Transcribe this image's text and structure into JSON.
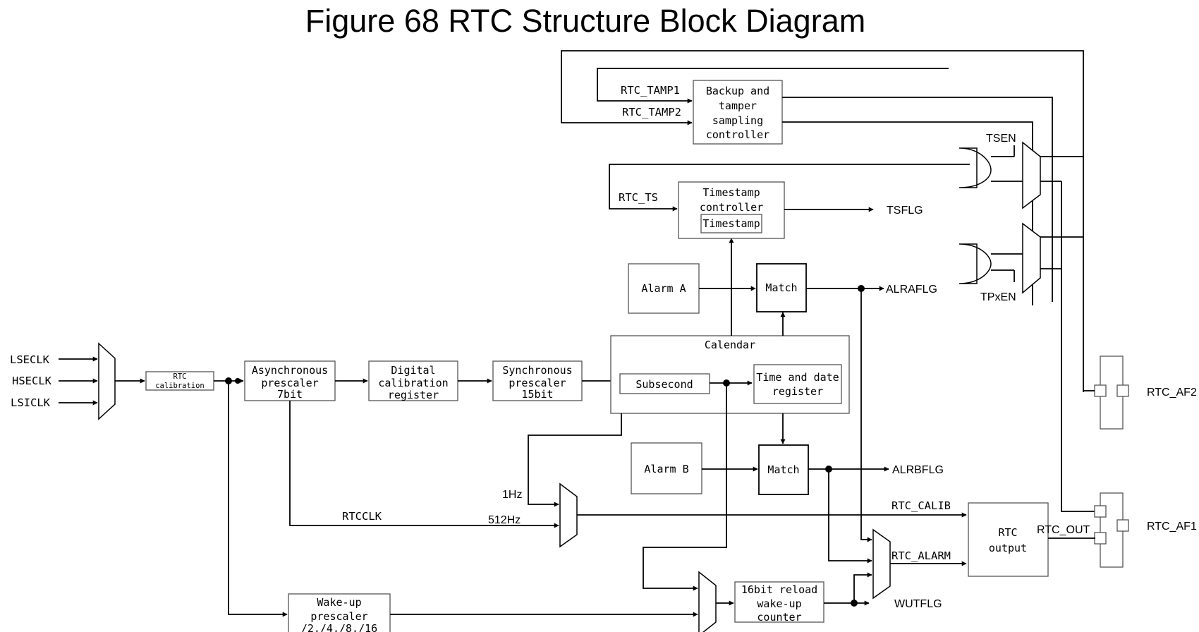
{
  "title": "Figure 68 RTC Structure Block Diagram",
  "inputs": {
    "lseclk": "LSECLK",
    "hseclk": "HSECLK",
    "lsiclk": "LSICLK",
    "rtc_tamp1": "RTC_TAMP1",
    "rtc_tamp2": "RTC_TAMP2",
    "rtc_ts": "RTC_TS"
  },
  "blocks": {
    "rtc_calibration": [
      "RTC",
      "calibration"
    ],
    "async_prescaler": [
      "Asynchronous",
      "prescaler",
      "7bit"
    ],
    "digital_calibration": [
      "Digital",
      "calibration",
      "register"
    ],
    "sync_prescaler": [
      "Synchronous",
      "prescaler",
      "15bit"
    ],
    "calendar": "Calendar",
    "subsecond": "Subsecond",
    "time_date_register": [
      "Time and date",
      "register"
    ],
    "alarm_a": "Alarm A",
    "alarm_b": "Alarm B",
    "match_a": "Match",
    "match_b": "Match",
    "timestamp_controller": [
      "Timestamp",
      "controller"
    ],
    "timestamp": "Timestamp",
    "backup_tamper": [
      "Backup and",
      "tamper",
      "sampling",
      "controller"
    ],
    "wakeup_prescaler": [
      "Wake-up",
      "prescaler",
      "/2,/4,/8,/16"
    ],
    "wakeup_counter": [
      "16bit reload",
      "wake-up",
      "counter"
    ],
    "rtc_output": [
      "RTC",
      "output"
    ]
  },
  "signals": {
    "tsflg": "TSFLG",
    "alraflg": "ALRAFLG",
    "alrbflg": "ALRBFLG",
    "wutflg": "WUTFLG",
    "rtc_calib": "RTC_CALIB",
    "rtc_alarm": "RTC_ALARM",
    "rtc_out": "RTC_OUT",
    "rtcclk": "RTCCLK",
    "hz1": "1Hz",
    "hz512": "512Hz",
    "tsen": "TSEN",
    "tpxen": "TPxEN"
  },
  "pins": {
    "rtc_af1": "RTC_AF1",
    "rtc_af2": "RTC_AF2"
  }
}
